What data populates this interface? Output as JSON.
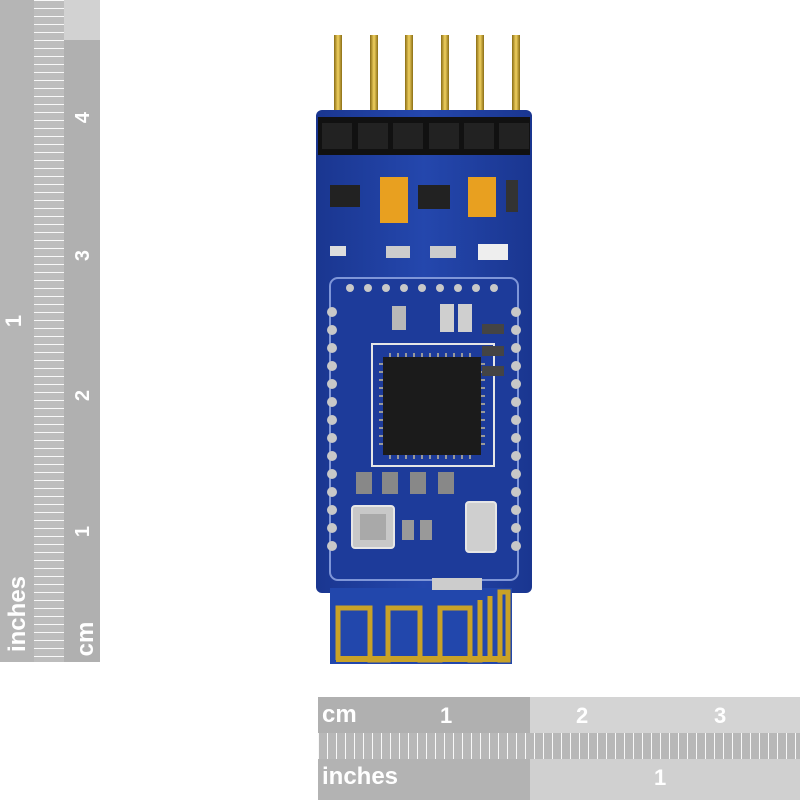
{
  "left_ruler": {
    "unit_inches": "inches",
    "unit_cm": "cm",
    "inch_labels": [
      "1"
    ],
    "cm_labels": [
      "1",
      "2",
      "3",
      "4"
    ]
  },
  "bottom_ruler": {
    "unit_cm": "cm",
    "unit_inches": "inches",
    "cm_labels": [
      "1",
      "2",
      "3"
    ],
    "inch_labels": [
      "1"
    ]
  },
  "colors": {
    "pcb": "#1f3f9e",
    "pcb_dark": "#13267a",
    "gold": "#c9a227",
    "silver": "#c8c8c8",
    "ruler": "#bdbdbd",
    "ruler_light": "#d8d8d8"
  }
}
